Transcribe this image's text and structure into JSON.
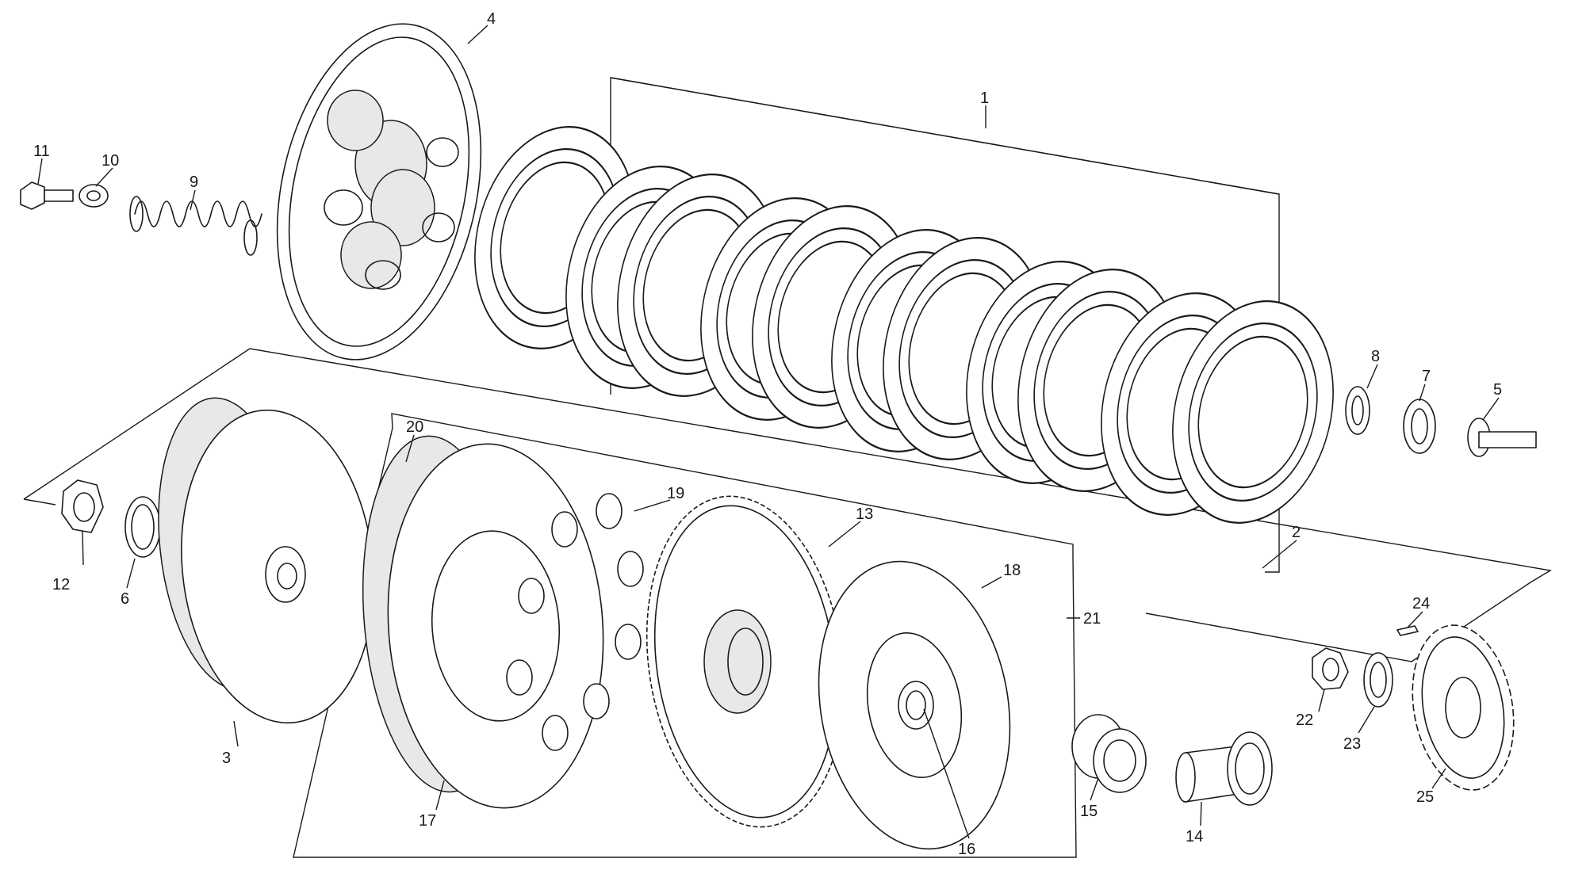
{
  "callouts": [
    {
      "id": "1",
      "text": "1"
    },
    {
      "id": "2",
      "text": "2"
    },
    {
      "id": "3",
      "text": "3"
    },
    {
      "id": "4",
      "text": "4"
    },
    {
      "id": "5",
      "text": "5"
    },
    {
      "id": "6",
      "text": "6"
    },
    {
      "id": "7",
      "text": "7"
    },
    {
      "id": "8",
      "text": "8"
    },
    {
      "id": "9",
      "text": "9"
    },
    {
      "id": "10",
      "text": "10"
    },
    {
      "id": "11",
      "text": "11"
    },
    {
      "id": "12",
      "text": "12"
    },
    {
      "id": "13",
      "text": "13"
    },
    {
      "id": "14",
      "text": "14"
    },
    {
      "id": "15",
      "text": "15"
    },
    {
      "id": "16",
      "text": "16"
    },
    {
      "id": "17",
      "text": "17"
    },
    {
      "id": "18",
      "text": "18"
    },
    {
      "id": "19",
      "text": "19"
    },
    {
      "id": "20",
      "text": "20"
    },
    {
      "id": "21",
      "text": "21"
    },
    {
      "id": "22",
      "text": "22"
    },
    {
      "id": "23",
      "text": "23"
    },
    {
      "id": "24",
      "text": "24"
    },
    {
      "id": "25",
      "text": "25"
    }
  ],
  "colors": {
    "ink": "#1a1a1a",
    "paper": "#ffffff",
    "shade": "#e8e8e8"
  }
}
